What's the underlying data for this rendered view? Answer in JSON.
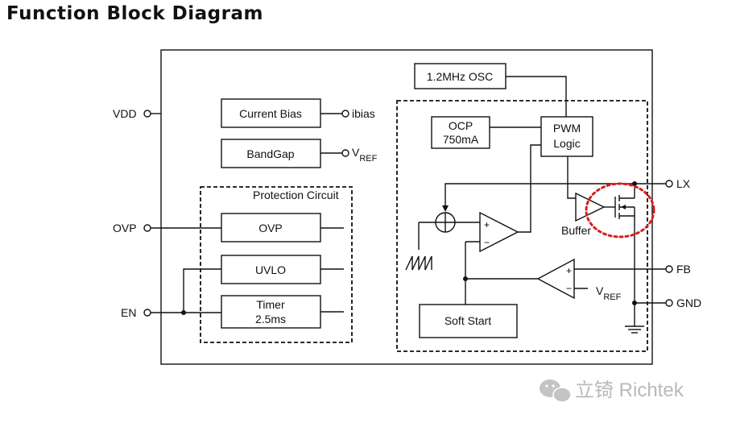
{
  "title": "Function Block Diagram",
  "pins": {
    "vdd": "VDD",
    "ovp": "OVP",
    "en": "EN",
    "lx": "LX",
    "fb": "FB",
    "gnd": "GND"
  },
  "blocks": {
    "current_bias": "Current Bias",
    "ibias": "ibias",
    "bandgap": "BandGap",
    "vref_main": "V",
    "vref_main_sub": "REF",
    "protection_circuit": "Protection Circuit",
    "ovp": "OVP",
    "uvlo": "UVLO",
    "timer_line1": "Timer",
    "timer_line2": "2.5ms",
    "osc": "1.2MHz OSC",
    "ocp_line1": "OCP",
    "ocp_line2": "750mA",
    "pwm_line1": "PWM",
    "pwm_line2": "Logic",
    "buffer": "Buffer",
    "soft_start": "Soft Start",
    "vref_ea": "V",
    "vref_ea_sub": "REF",
    "plus": "+",
    "minus": "−"
  },
  "watermark": "立锜 Richtek",
  "colors": {
    "line": "#111111",
    "highlight": "#d81e1e",
    "watermark": "#b9b9b9"
  }
}
